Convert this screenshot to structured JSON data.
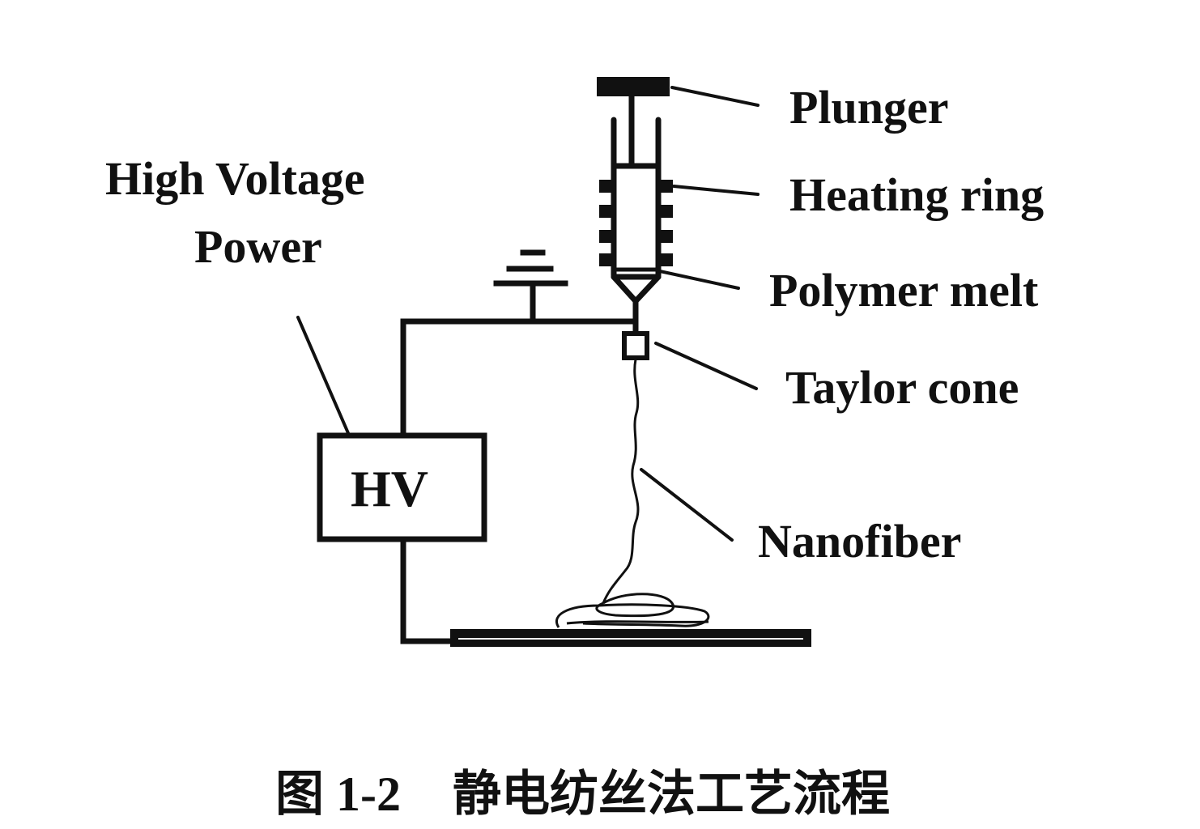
{
  "diagram": {
    "labels": {
      "high_voltage_line1": "High Voltage",
      "high_voltage_line2": "Power",
      "hv_box": "HV",
      "plunger": "Plunger",
      "heating_ring": "Heating ring",
      "polymer_melt": "Polymer melt",
      "taylor_cone": "Taylor cone",
      "nanofiber": "Nanofiber"
    },
    "caption": {
      "figure_number": "图 1-2",
      "title": "静电纺丝法工艺流程"
    },
    "colors": {
      "ink": "#111111",
      "background": "#ffffff"
    }
  }
}
